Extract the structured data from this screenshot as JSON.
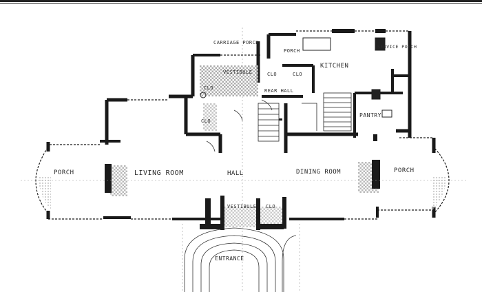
{
  "labels": {
    "carriage_porch": "CARRIAGE PORCH",
    "porch_top": "PORCH",
    "kitchen": "KITCHEN",
    "service_porch": "SERVICE PORCH",
    "vestibule_rear": "VESTIBULE",
    "clo_1": "CLO",
    "clo_2": "CLO",
    "clo_3": "CLO",
    "clo_4": "CLO",
    "rear_hall": "REAR HALL",
    "pantry": "PANTRY",
    "porch_left": "PORCH",
    "living_room": "LIVING ROOM",
    "hall": "HALL",
    "dining_room": "DINING ROOM",
    "porch_right": "PORCH",
    "vestibule_front": "VESTIBULE",
    "clo_front": "CLO",
    "entrance": "ENTRANCE"
  },
  "colors": {
    "ink": "#1c1c1c",
    "wall": "#151515",
    "hatch": "#777777",
    "paper": "#ffffff"
  }
}
